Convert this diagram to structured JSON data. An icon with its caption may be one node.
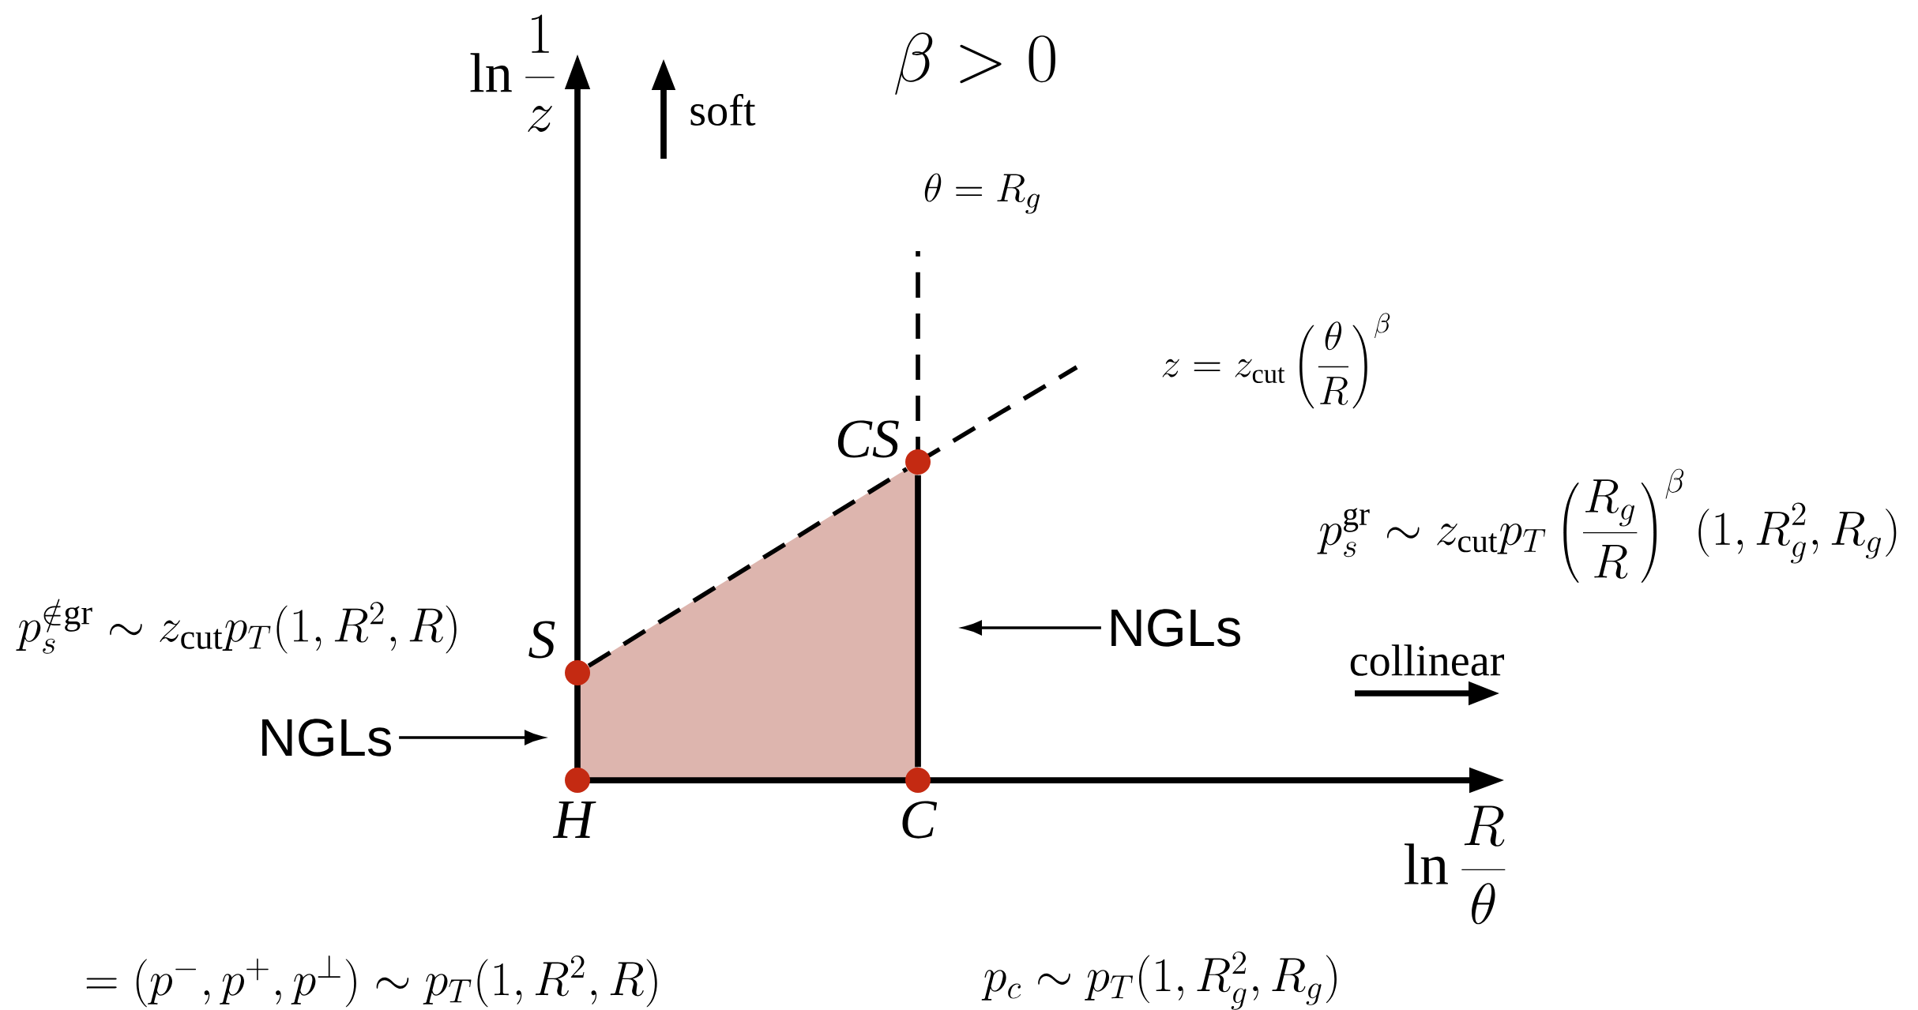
{
  "diagram": {
    "nodes": [
      {
        "text": [],
        "shape": "circle",
        "beside": [
          "CS"
        ]
      },
      {
        "text": [
          "NGLs"
        ]
      },
      {
        "text": [],
        "shape": "circle",
        "beside": [
          "S"
        ]
      },
      {
        "text": [
          "NGLs"
        ]
      },
      {
        "text": [],
        "shape": "circle",
        "beside": [
          "H"
        ]
      },
      {
        "text": [],
        "shape": "circle",
        "beside": [
          "C"
        ]
      }
    ],
    "edges": [
      {
        "from": 2,
        "to": 0,
        "arrow": "none",
        "style": "dashed"
      },
      {
        "from": 0,
        "to": 5,
        "arrow": "none",
        "style": "thick"
      },
      {
        "from": 1,
        "to": null,
        "arrow": "to"
      },
      {
        "from": 3,
        "to": null,
        "arrow": "to"
      }
    ],
    "labels": [
      "\\ln\\frac{1}{z}",
      "soft",
      "\\beta > 0",
      "\\theta = R_g",
      "z = z_{\\rm cut}\\left(\\frac{\\theta}{R}\\right)^{\\beta}",
      "p_s^{\\rm gr} \\sim z_{\\rm cut} p_T \\left(\\frac{R_g}{R}\\right)^{\\beta} (1, R_g^2, R_g)",
      "p_s^{\\notin {\\rm gr}} \\sim z_{\\rm cut} p_T (1, R^2, R)",
      "collinear",
      "\\ln\\frac{R}{\\theta}",
      "= (p^-, p^+, p^\\perp) \\sim p_T (1, R^2, R)",
      "p_c \\sim p_T (1, R_g^2, R_g)"
    ]
  }
}
